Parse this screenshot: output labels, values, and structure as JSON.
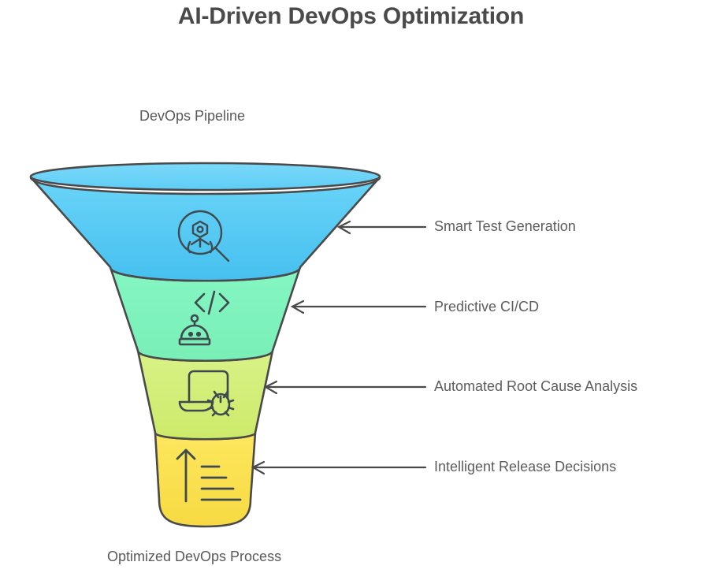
{
  "chart_data": {
    "type": "funnel",
    "title": "AI-Driven DevOps Optimization",
    "top_caption": "DevOps Pipeline",
    "bottom_caption": "Optimized DevOps Process",
    "legend_position": "right",
    "grid": false,
    "categories": [
      "Smart Test Generation",
      "Predictive CI/CD",
      "Automated Root Cause Analysis",
      "Intelligent Release Decisions"
    ],
    "values": [
      4,
      3,
      2,
      1
    ],
    "stages": [
      {
        "label": "Smart Test Generation",
        "color": "#62cff4",
        "color_top": "#6ad4f8",
        "color_bottom": "#4cc3f0",
        "icon": "ai-robot-magnifier-icon",
        "order": 1
      },
      {
        "label": "Predictive CI/CD",
        "color": "#7af2bd",
        "color_top": "#84f5c2",
        "color_bottom": "#7df0ba",
        "icon": "robot-code-icon",
        "order": 2
      },
      {
        "label": "Automated Root Cause Analysis",
        "color": "#d3ee77",
        "color_top": "#d8f184",
        "color_bottom": "#cfeb6e",
        "icon": "laptop-bug-icon",
        "order": 3
      },
      {
        "label": "Intelligent Release Decisions",
        "color": "#fbe14f",
        "color_top": "#fde65c",
        "color_bottom": "#f8dc46",
        "icon": "ascending-arrow-icon",
        "order": 4
      }
    ],
    "stroke_color": "#4a4a4a",
    "title_color": "#4a4a4a",
    "text_color": "#5a5a5a",
    "background": "#ffffff"
  }
}
